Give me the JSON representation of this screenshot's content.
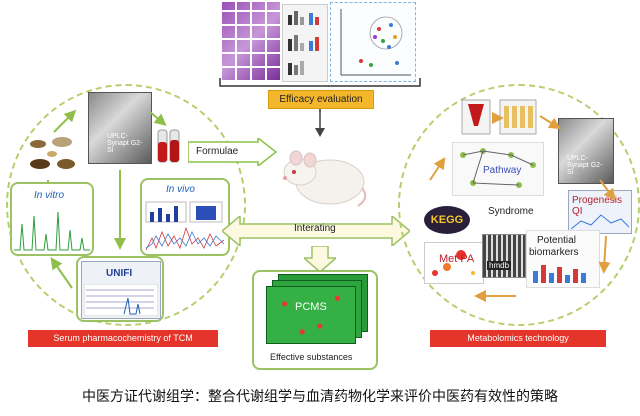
{
  "top": {
    "efficacy": "Efficacy evaluation"
  },
  "left": {
    "ms_instrument": "UPLC-Synapt G2-Si",
    "in_vitro": "In vitro",
    "in_vivo": "In vivo",
    "unifi": "UNIFI",
    "bar": "Serum pharmacochemistry of TCM"
  },
  "center": {
    "formulae": "Formulae",
    "interating": "Interating",
    "pcms": "PCMS",
    "effective": "Effective substances"
  },
  "right": {
    "ms_instrument": "UPLC-Synapt G2-Si",
    "pathway": "Pathway",
    "syndrome": "Syndrome",
    "progenesis": "Progenesis QI",
    "kegg": "KEGG",
    "metpa": "Met PA",
    "hmdb": "hmdb",
    "potential": "Potential",
    "biomarkers": "biomarkers",
    "bar": "Metabolomics technology"
  },
  "caption": "中医方证代谢组学：整合代谢组学与血清药物化学来评价中医药有效性的策略",
  "colors": {
    "dashed_circle": "#b6cf6e",
    "panel_border": "#9cc263",
    "red_bar": "#e5342a",
    "yellow_label": "#f4b62a"
  }
}
